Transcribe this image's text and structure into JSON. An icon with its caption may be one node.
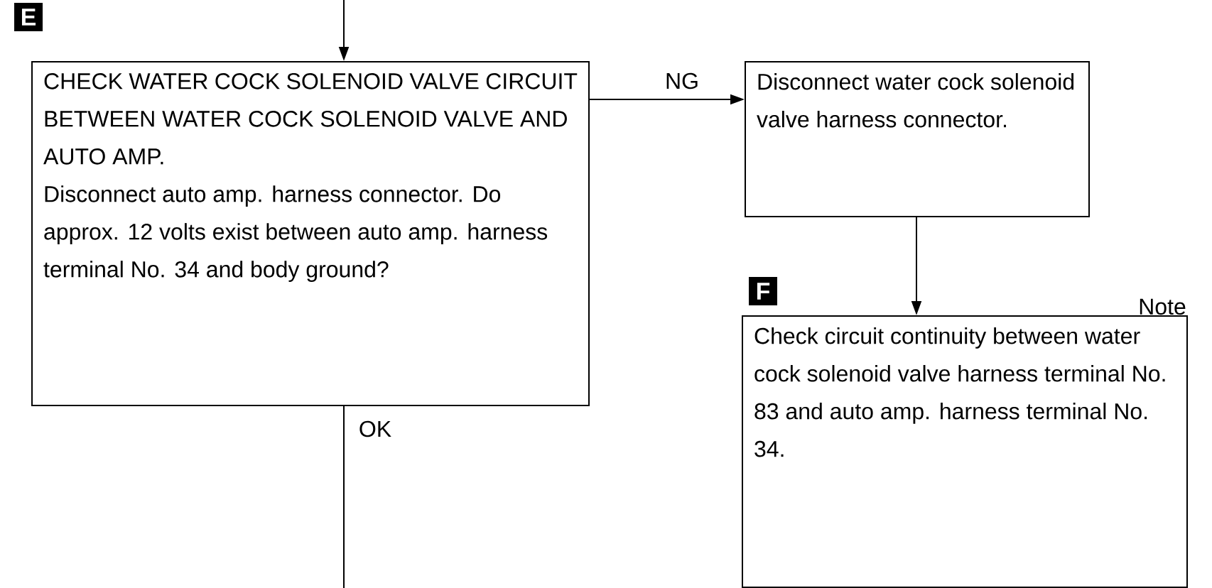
{
  "diagram": {
    "nodes": [
      {
        "text": [
          "CHECK WATER COCK SOLENOID VALVE CIRCUIT BETWEEN WATER COCK SOLENOID VALVE AND AUTO AMP.",
          "Disconnect auto amp. harness connector. Do approx. 12 volts exist between auto amp. harness terminal No. 34 and body ground?"
        ],
        "beside": [
          "E"
        ]
      },
      {
        "text": [
          "Disconnect water cock solenoid valve harness connector."
        ]
      },
      {
        "text": [
          "Check circuit continuity between water cock solenoid valve harness terminal No. 83 and auto amp. harness terminal No. 34."
        ],
        "beside": [
          "F",
          "Note"
        ]
      }
    ],
    "edges": [
      {
        "from": null,
        "to": 0,
        "arrow": "to"
      },
      {
        "from": 0,
        "to": 1,
        "arrow": "to",
        "label": "NG"
      },
      {
        "from": 1,
        "to": 2,
        "arrow": "to"
      },
      {
        "from": 0,
        "to": null,
        "arrow": "none",
        "label": "OK"
      }
    ]
  }
}
